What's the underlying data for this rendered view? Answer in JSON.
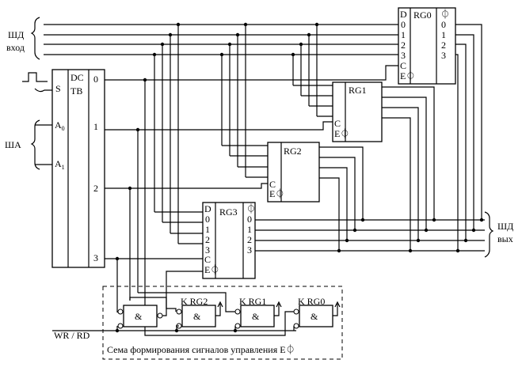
{
  "inputs": {
    "data_bus_in": [
      "ШД",
      "вход"
    ],
    "address_bus": "ША",
    "addr_a0": "A",
    "addr_a0_sub": "0",
    "addr_a1": "A",
    "addr_a1_sub": "1",
    "strobe": "S",
    "wr_rd": "WR / RD"
  },
  "outputs": {
    "data_bus_out": [
      "ШД",
      "вых"
    ]
  },
  "decoder": {
    "title_line1": "DC",
    "title_line2": "TB",
    "outputs": [
      "0",
      "1",
      "2",
      "3"
    ]
  },
  "registers": [
    {
      "name": "RG0",
      "inputs": [
        "D",
        "0",
        "1",
        "2",
        "3",
        "C",
        "E⏀"
      ],
      "outputs": [
        "⏀",
        "0",
        "1",
        "2",
        "3"
      ]
    },
    {
      "name": "RG1",
      "inputs": [
        "C",
        "E⏀"
      ]
    },
    {
      "name": "RG2",
      "inputs": [
        "C",
        "E⏀"
      ]
    },
    {
      "name": "RG3",
      "inputs": [
        "D",
        "0",
        "1",
        "2",
        "3",
        "C",
        "E⏀"
      ],
      "outputs": [
        "⏀",
        "0",
        "1",
        "2",
        "3"
      ]
    }
  ],
  "control_block": {
    "caption": "Сема формирования сигналов управления E⏀",
    "gate_symbol": "&",
    "gate_labels": [
      "K RG2",
      "K RG1",
      "K RG0"
    ]
  }
}
